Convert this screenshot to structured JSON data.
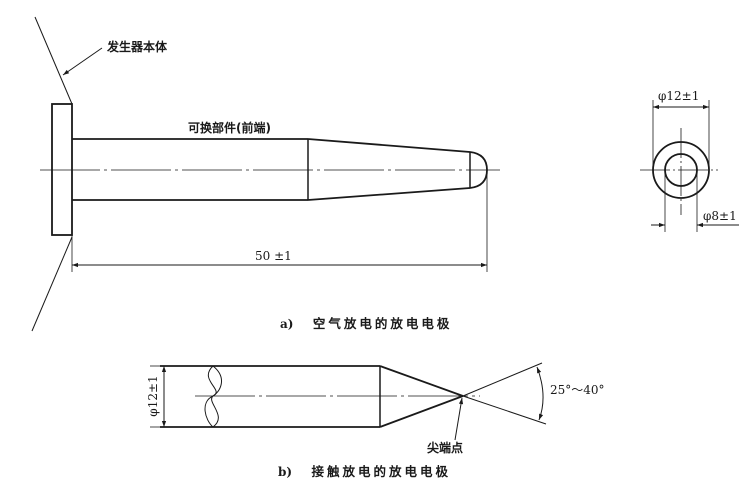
{
  "figure_a": {
    "caption_tag": "a)",
    "caption": "空气放电的放电电极",
    "labels": {
      "generator_body": "发生器本体",
      "replaceable_part": "可换部件(前端)",
      "length_dim": "50 ±1",
      "outer_diameter": "φ12±1",
      "inner_diameter": "φ8±1"
    }
  },
  "figure_b": {
    "caption_tag": "b)",
    "caption": "接触放电的放电电极",
    "labels": {
      "diameter": "φ12±1",
      "tip_point": "尖端点",
      "angle_range": "25°～40°"
    }
  },
  "colors": {
    "line": "#1a1a1a",
    "thin_line": "#333333",
    "background": "#ffffff"
  }
}
